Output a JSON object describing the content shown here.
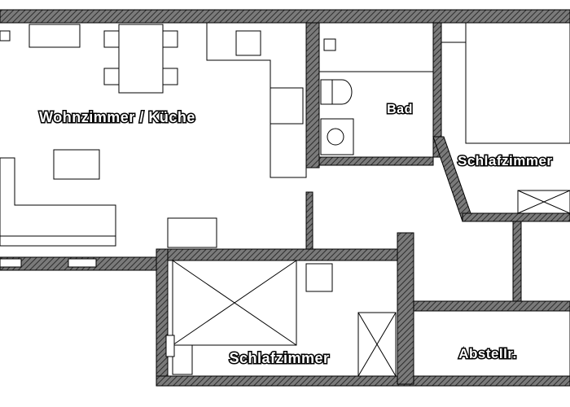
{
  "floorplan": {
    "colors": {
      "wall": "#4a4a4a",
      "line": "#000000",
      "background": "#ffffff"
    },
    "rooms": {
      "living_kitchen": "Wohnzimmer / Küche",
      "bathroom": "Bad",
      "bedroom_right": "Schlafzimmer",
      "bedroom_bottom": "Schlafzimmer",
      "storage": "Abstellr."
    },
    "fixtures": [
      "dining-table",
      "chair",
      "kitchen-counter",
      "stove",
      "sink",
      "toilet",
      "shower",
      "bed",
      "wardrobe",
      "nightstand",
      "desk"
    ]
  }
}
